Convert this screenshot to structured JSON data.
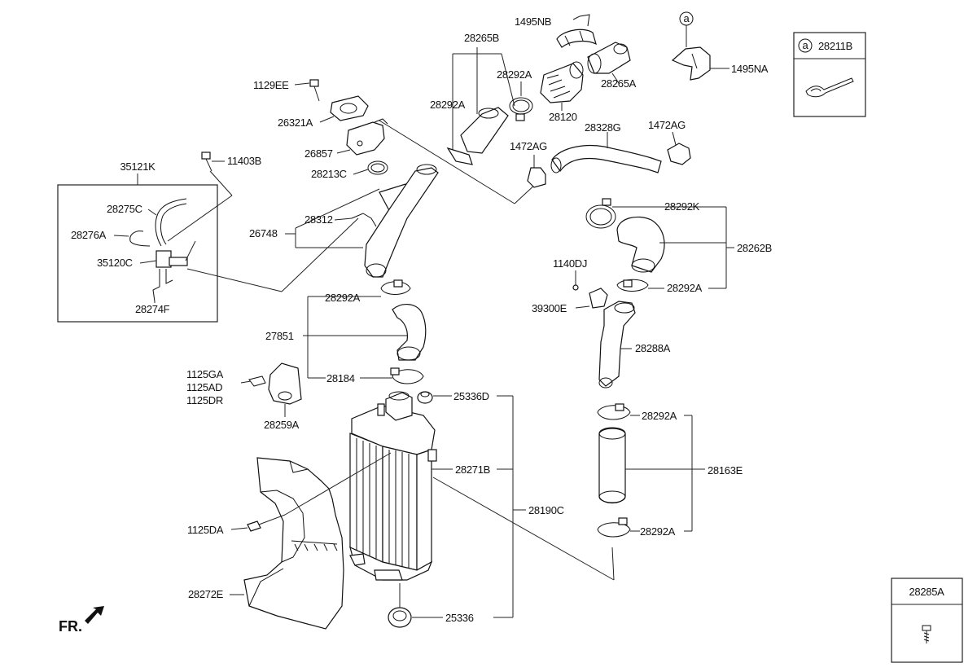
{
  "labels": {
    "p1495NB": "1495NB",
    "p28265B": "28265B",
    "p1495NA": "1495NA",
    "p28265A": "28265A",
    "p28292A_top": "28292A",
    "p28292A_left_top": "28292A",
    "p28120": "28120",
    "p1129EE": "1129EE",
    "p26321A": "26321A",
    "p26857": "26857",
    "p28213C": "28213C",
    "p11403B": "11403B",
    "p35121K": "35121K",
    "p28275C": "28275C",
    "p28276A": "28276A",
    "p35120C": "35120C",
    "p28274F": "28274F",
    "p28312": "28312",
    "p26748": "26748",
    "p28328G": "28328G",
    "p1472AG_right": "1472AG",
    "p1472AG_left": "1472AG",
    "p28292K": "28292K",
    "p28262B": "28262B",
    "p1140DJ": "1140DJ",
    "p28292A_mid_right": "28292A",
    "p39300E": "39300E",
    "p28288A": "28288A",
    "p28292A_mid_left": "28292A",
    "p27851": "27851",
    "p28184": "28184",
    "p1125GA": "1125GA",
    "p1125AD": "1125AD",
    "p1125DR": "1125DR",
    "p28259A": "28259A",
    "p25336D": "25336D",
    "p28271B": "28271B",
    "p28190C": "28190C",
    "p28292A_lower_top": "28292A",
    "p28163E": "28163E",
    "p28292A_lower_bot": "28292A",
    "p1125DA": "1125DA",
    "p28272E": "28272E",
    "p25336": "25336",
    "fr": "FR."
  },
  "callout_a": {
    "marker": "a",
    "part": "28211B"
  },
  "callout_top_marker": "a",
  "box_28285A": {
    "part": "28285A"
  }
}
